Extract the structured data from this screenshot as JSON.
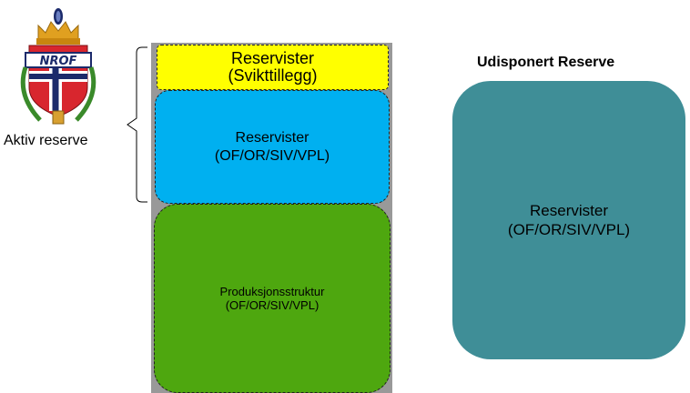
{
  "logo": {
    "text": "NROF"
  },
  "aktiv_reserve_label": "Aktiv reserve",
  "boxes": {
    "yellow": {
      "line1": "Reservister",
      "line2": "(Svikttillegg)"
    },
    "blue": {
      "line1": "Reservister",
      "line2": "(OF/OR/SIV/VPL)"
    },
    "green": {
      "line1": "Produksjonsstruktur",
      "line2": "(OF/OR/SIV/VPL)"
    }
  },
  "udisponert": {
    "title": "Udisponert Reserve",
    "line1": "Reservister",
    "line2": "(OF/OR/SIV/VPL)"
  },
  "colors": {
    "yellow": "#ffff00",
    "blue": "#00b0f0",
    "green": "#4ea70f",
    "teal": "#3f8e97",
    "column": "#999999"
  }
}
